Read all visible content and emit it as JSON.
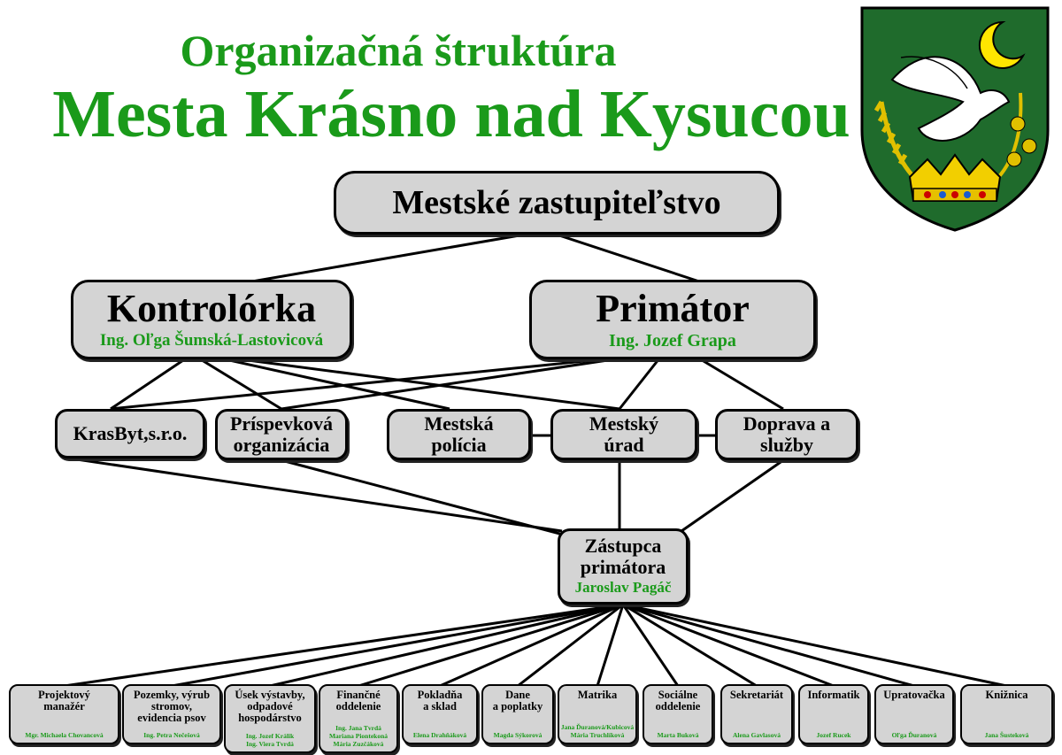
{
  "title": {
    "line1": "Organizačná štruktúra",
    "line2": "Mesta Krásno nad Kysucou"
  },
  "colors": {
    "green": "#1a9a1a",
    "box_fill": "#d4d4d4",
    "shield_green": "#1f6b2c",
    "gold": "#e0c000"
  },
  "logo": {
    "icon": "city-coat-of-arms-icon"
  },
  "top": {
    "label": "Mestské zastupiteľstvo"
  },
  "kontrolorka": {
    "label": "Kontrolórka",
    "person": "Ing. Oľga Šumská-Lastovicová"
  },
  "primator": {
    "label": "Primátor",
    "person": "Ing. Jozef Grapa"
  },
  "units": {
    "krasbyt": "KrasByt,s.r.o.",
    "prispevkova_1": "Príspevková",
    "prispevkova_2": "organizácia",
    "policia_1": "Mestská",
    "policia_2": "polícia",
    "urad_1": "Mestský",
    "urad_2": "úrad",
    "doprava_1": "Doprava a",
    "doprava_2": "služby"
  },
  "zastupca": {
    "line1": "Zástupca",
    "line2": "primátora",
    "person": "Jaroslav Pagáč"
  },
  "departments": [
    {
      "label": [
        "Projektový",
        "manažér"
      ],
      "people": [
        "Mgr. Michaela Chovancová"
      ]
    },
    {
      "label": [
        "Pozemky, výrub",
        "stromov,",
        "evidencia psov"
      ],
      "people": [
        "Ing. Petra Nečešová"
      ]
    },
    {
      "label": [
        "Úsek výstavby,",
        "odpadové",
        "hospodárstvo"
      ],
      "people": [
        "Ing. Jozef Králik",
        "Ing. Viera Tvrdá"
      ]
    },
    {
      "label": [
        "Finančné",
        "oddelenie"
      ],
      "people": [
        "Ing. Jana Tvrdá",
        "Mariana Piontekoná",
        "Mária Zuzčáková"
      ]
    },
    {
      "label": [
        "Pokladňa",
        "a sklad"
      ],
      "people": [
        "Elena Drahňáková"
      ]
    },
    {
      "label": [
        "Dane",
        "a poplatky"
      ],
      "people": [
        "Magda Sýkorová"
      ]
    },
    {
      "label": [
        "Matrika"
      ],
      "people": [
        "Jana Ďuranová/Kubicová",
        "Mária Truchlíková"
      ]
    },
    {
      "label": [
        "Sociálne",
        "oddelenie"
      ],
      "people": [
        "Marta Buková"
      ]
    },
    {
      "label": [
        "Sekretariát"
      ],
      "people": [
        "Alena Gavlasová"
      ]
    },
    {
      "label": [
        "Informatik"
      ],
      "people": [
        "Jozef Rucek"
      ]
    },
    {
      "label": [
        "Upratovačka"
      ],
      "people": [
        "Oľga Ďuranová"
      ]
    },
    {
      "label": [
        "Knižnica"
      ],
      "people": [
        "Jana Šusteková"
      ]
    }
  ]
}
